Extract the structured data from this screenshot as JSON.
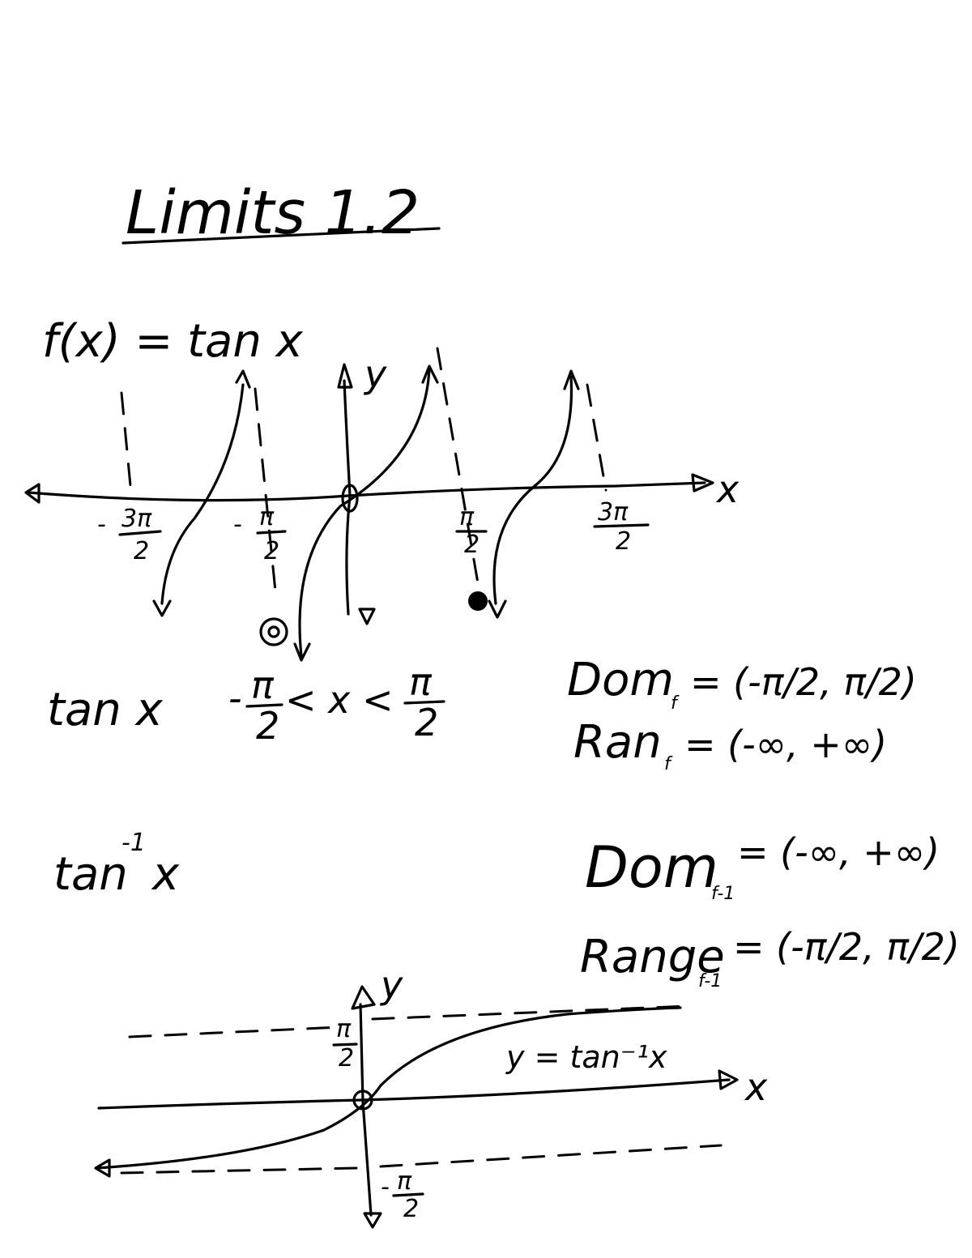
{
  "title": "Limits 1.2",
  "function_def": "f(x) = tan x",
  "graph1": {
    "y_axis_label": "y",
    "x_axis_label": "x",
    "ticks": [
      {
        "sign": "-",
        "num": "3π",
        "den": "2"
      },
      {
        "sign": "-",
        "num": "π",
        "den": "2"
      },
      {
        "sign": "",
        "num": "π",
        "den": "2"
      },
      {
        "sign": "",
        "num": "3π",
        "den": "2"
      }
    ]
  },
  "tan_restriction": {
    "label": "tan x",
    "left_sign": "-",
    "left_num": "π",
    "left_den": "2",
    "middle": "< x <",
    "right_num": "π",
    "right_den": "2"
  },
  "dom_f": {
    "label": "Dom",
    "sub": "f",
    "value": "= (-π/2, π/2)"
  },
  "ran_f": {
    "label": "Ran",
    "sub": "f",
    "value": "= (-∞, +∞)"
  },
  "arctan_label": {
    "base": "tan",
    "sup": "-1",
    "var": "x"
  },
  "dom_finv": {
    "label": "Dom",
    "sub": "f-1",
    "value": "= (-∞, +∞)"
  },
  "range_finv": {
    "label": "Range",
    "sub": "f-1",
    "value": "= (-π/2, π/2)"
  },
  "graph2": {
    "y_axis_label": "y",
    "x_axis_label": "x",
    "curve_label": "y = tan⁻¹x",
    "top_asymptote": {
      "num": "π",
      "den": "2"
    },
    "bottom_asymptote": {
      "sign": "-",
      "num": "π",
      "den": "2"
    }
  }
}
